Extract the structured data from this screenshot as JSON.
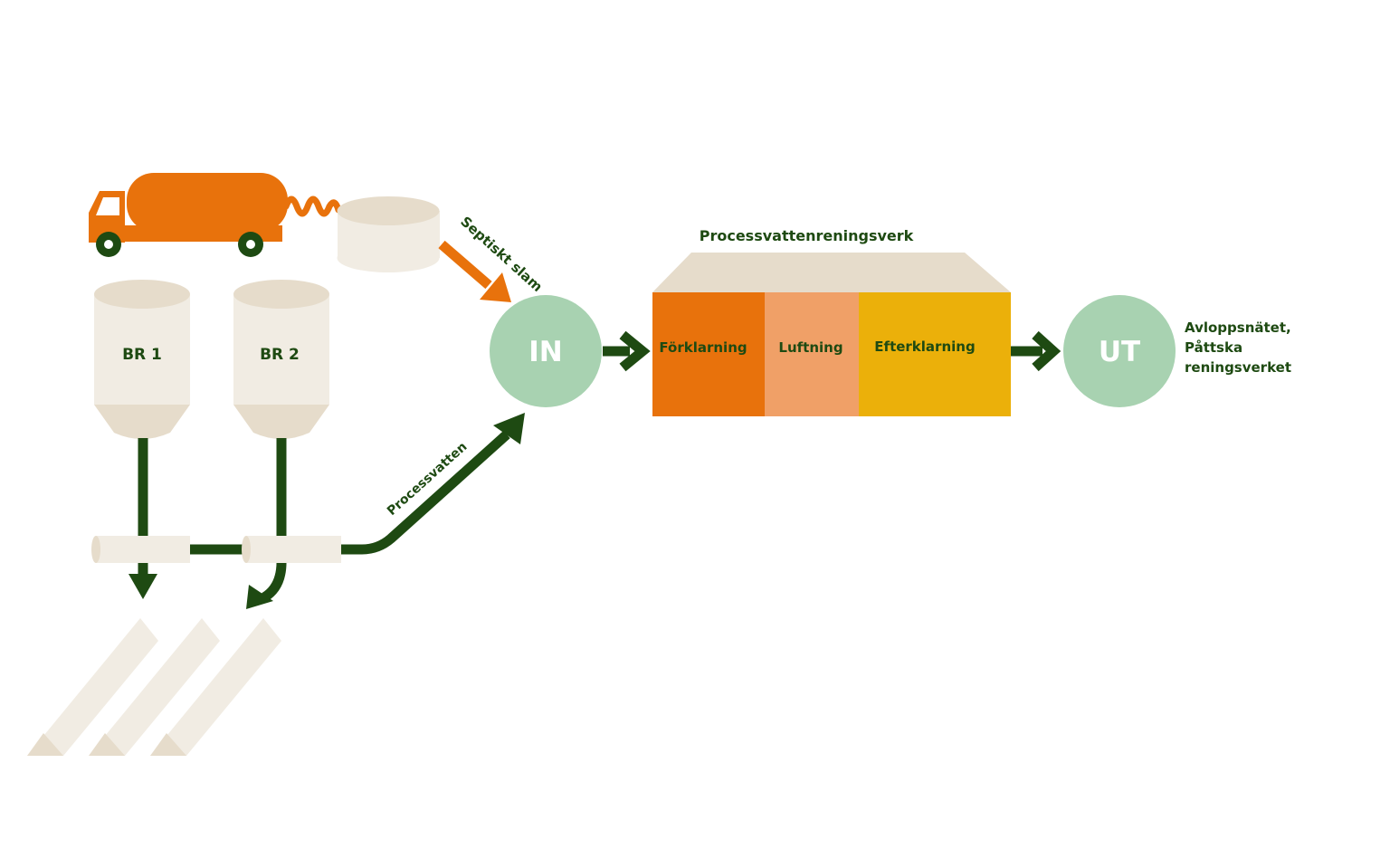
{
  "colors": {
    "dark_green": "#1e4a12",
    "orange": "#e8720c",
    "light_orange": "#f0a067",
    "yellow": "#ebb00a",
    "mint": "#a8d2b1",
    "cream": "#f1ece3",
    "beige": "#e6dccb"
  },
  "truck": {
    "icon": "tanker-truck-icon"
  },
  "labels": {
    "septic": "Septiskt slam",
    "process_water": "Processvatten",
    "plant_title": "Processvattenreningsverk",
    "br1": "BR 1",
    "br2": "BR 2",
    "in": "IN",
    "ut": "UT",
    "stage1": "Förklarning",
    "stage2": "Luftning",
    "stage3": "Efterklarning",
    "dest_line1": "Avloppsnätet,",
    "dest_line2": "Påttska",
    "dest_line3": "reningsverket"
  }
}
